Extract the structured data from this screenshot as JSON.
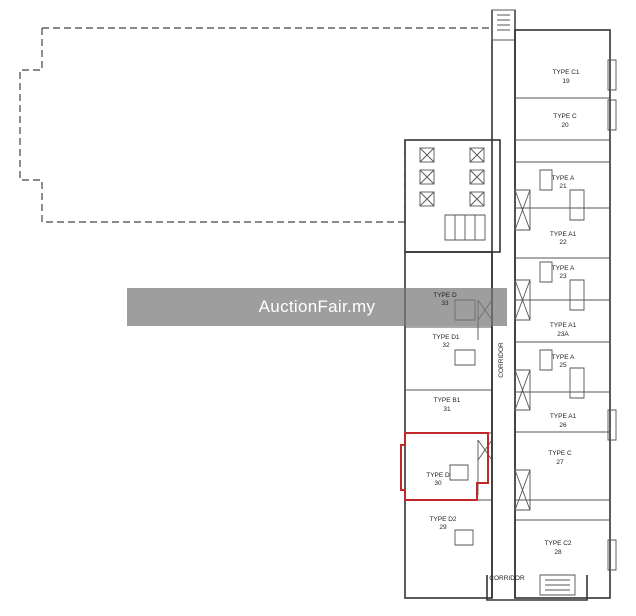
{
  "highlight_color": "#c0282b",
  "watermark": "AuctionFair.my",
  "corridor_vertical": "CORRIDOR",
  "corridor_bottom": "CORRIDOR",
  "left_units": [
    {
      "type": "TYPE D",
      "number": "33"
    },
    {
      "type": "TYPE D1",
      "number": "32"
    },
    {
      "type": "TYPE B1",
      "number": "31"
    },
    {
      "type": "TYPE D",
      "number": "30",
      "highlighted": true
    },
    {
      "type": "TYPE D2",
      "number": "29"
    }
  ],
  "right_units": [
    {
      "type": "TYPE C1",
      "number": "19"
    },
    {
      "type": "TYPE C",
      "number": "20"
    },
    {
      "type": "TYPE A",
      "number": "21"
    },
    {
      "type": "TYPE A1",
      "number": "22"
    },
    {
      "type": "TYPE A",
      "number": "23"
    },
    {
      "type": "TYPE A1",
      "number": "23A"
    },
    {
      "type": "TYPE A",
      "number": "25"
    },
    {
      "type": "TYPE A1",
      "number": "26"
    },
    {
      "type": "TYPE C",
      "number": "27"
    },
    {
      "type": "TYPE C2",
      "number": "28"
    }
  ]
}
